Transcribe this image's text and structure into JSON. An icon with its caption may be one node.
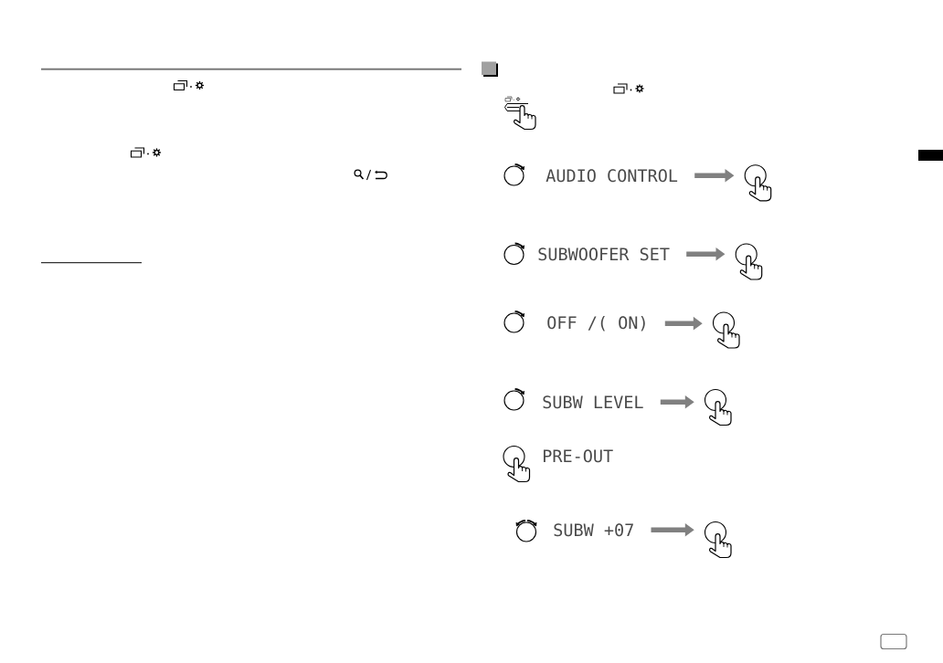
{
  "diagram": {
    "nodes": [
      {
        "text": [
          "AUDIO CONTROL"
        ]
      },
      {
        "text": [],
        "shape": "picture"
      },
      {
        "text": [
          "SUBWOOFER SET"
        ]
      },
      {
        "text": [],
        "shape": "picture"
      },
      {
        "text": [
          "OFF /( ON)"
        ]
      },
      {
        "text": [],
        "shape": "picture"
      },
      {
        "text": [
          "SUBW LEVEL"
        ]
      },
      {
        "text": [],
        "shape": "picture"
      },
      {
        "text": [
          "SUBW +07"
        ]
      },
      {
        "text": [],
        "shape": "picture"
      }
    ],
    "edges": [
      {
        "from": 0,
        "to": 1,
        "arrow": "to"
      },
      {
        "from": 2,
        "to": 3,
        "arrow": "to"
      },
      {
        "from": 4,
        "to": 5,
        "arrow": "to"
      },
      {
        "from": 6,
        "to": 7,
        "arrow": "to"
      },
      {
        "from": 8,
        "to": 9,
        "arrow": "to"
      }
    ],
    "labels": [
      "PRE-OUT"
    ]
  }
}
